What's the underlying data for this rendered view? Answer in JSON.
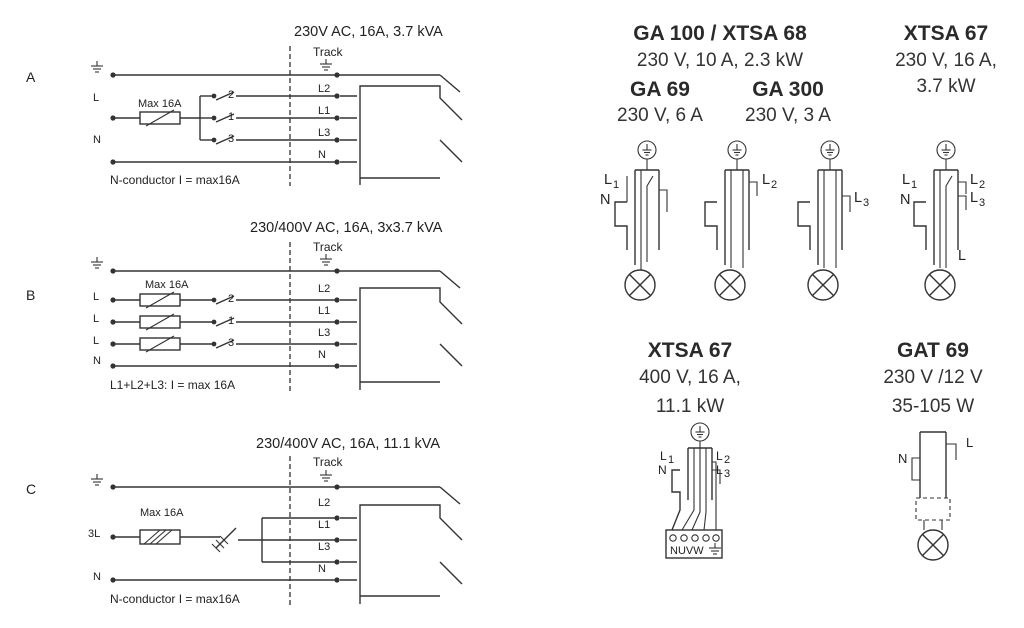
{
  "left": {
    "A": {
      "letter": "A",
      "title": "230V AC, 16A, 3.7 kVA",
      "track": "Track",
      "side_labels": [
        "L",
        "N"
      ],
      "fuse_label": "Max 16A",
      "switch_nums": [
        "2",
        "1",
        "3"
      ],
      "track_lines": [
        "L2",
        "L1",
        "L3",
        "N"
      ],
      "note": "N-conductor I = max16A"
    },
    "B": {
      "letter": "B",
      "title": "230/400V AC,  16A, 3x3.7 kVA",
      "track": "Track",
      "side_labels": [
        "L",
        "L",
        "L",
        "N"
      ],
      "fuse_label": "Max 16A",
      "switch_nums": [
        "2",
        "1",
        "3"
      ],
      "track_lines": [
        "L2",
        "L1",
        "L3",
        "N"
      ],
      "note": "L1+L2+L3: I = max 16A"
    },
    "C": {
      "letter": "C",
      "title": "230/400V AC, 16A, 11.1  kVA",
      "track": "Track",
      "side_labels": [
        "3L",
        "N"
      ],
      "fuse_label": "Max 16A",
      "track_lines": [
        "L2",
        "L1",
        "L3",
        "N"
      ],
      "note": "N-conductor I = max16A"
    }
  },
  "right": {
    "ga100": {
      "title": "GA 100 / XTSA 68",
      "spec": "230 V, 10 A, 2.3 kW"
    },
    "xtsa67a": {
      "title": "XTSA 67",
      "spec1": "230 V, 16 A,",
      "spec2": "3.7 kW"
    },
    "ga69": {
      "title": "GA 69",
      "spec": "230 V, 6 A"
    },
    "ga300": {
      "title": "GA 300",
      "spec": "230 V, 3 A"
    },
    "xtsa67b": {
      "title": "XTSA 67",
      "spec1": "400 V, 16 A,",
      "spec2": "11.1 kW"
    },
    "gat69": {
      "title": "GAT 69",
      "spec1": "230 V /12 V",
      "spec2": "35-105 W"
    },
    "adapter_labels": {
      "a1": [
        "L",
        "1",
        "N"
      ],
      "a2": [
        "L",
        "2"
      ],
      "a3": [
        "L",
        "3"
      ],
      "a4": [
        "L",
        "1",
        "N",
        "L",
        "2",
        "L",
        "3",
        "L"
      ],
      "a5": [
        "L",
        "1",
        "N",
        "L",
        "2",
        "L",
        "3"
      ],
      "a5_terminal": "NUVW",
      "a6": [
        "N",
        "L"
      ]
    }
  },
  "icons": [
    "earth-ground-icon",
    "lamp-icon",
    "fuse-icon",
    "switch-icon"
  ]
}
